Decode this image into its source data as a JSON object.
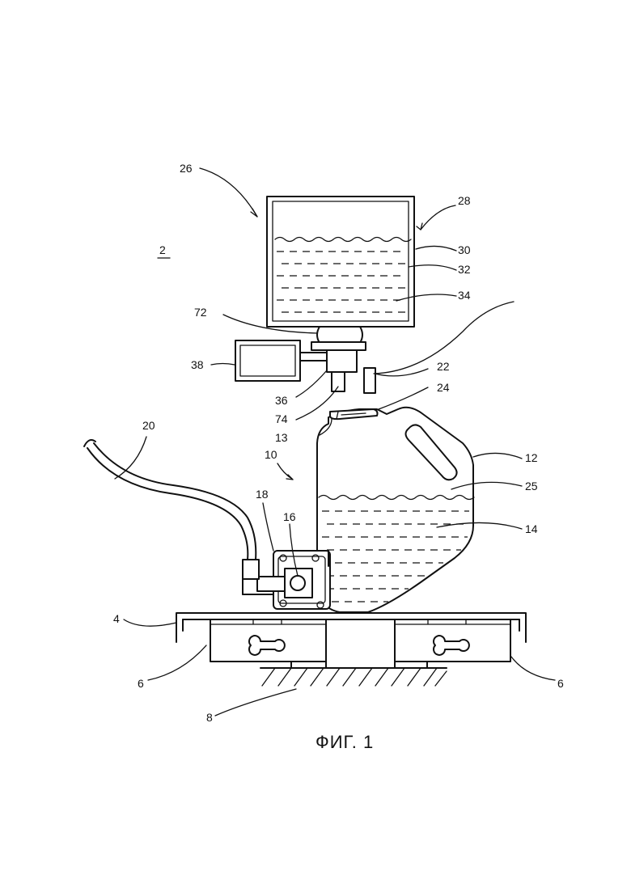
{
  "figure": {
    "caption": "ФИГ. 1",
    "labels": {
      "n2": "2",
      "n4": "4",
      "n6a": "6",
      "n6b": "6",
      "n8": "8",
      "n10": "10",
      "n12": "12",
      "n13": "13",
      "n14": "14",
      "n16": "16",
      "n18": "18",
      "n20": "20",
      "n22": "22",
      "n24": "24",
      "n25": "25",
      "n26": "26",
      "n28": "28",
      "n30": "30",
      "n32": "32",
      "n34": "34",
      "n36": "36",
      "n38": "38",
      "n72": "72",
      "n74": "74"
    }
  }
}
